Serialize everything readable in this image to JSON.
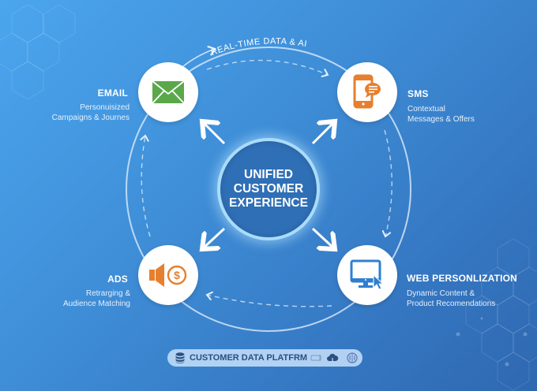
{
  "arc_label": "REAL-TIME DATA & AI",
  "center": {
    "lines": [
      "UNIFIED",
      "CUSTOMER",
      "EXPERIENCE"
    ]
  },
  "channels": {
    "email": {
      "title": "EMAIL",
      "subtitle_line1": "Personuisized",
      "subtitle_line2": "Campaigns & Journes",
      "icon": "envelope-icon",
      "icon_color": "#5aa84a"
    },
    "sms": {
      "title": "SMS",
      "subtitle_line1": "Contextual",
      "subtitle_line2": "Messages & Offers",
      "icon": "mobile-chat-icon",
      "icon_color": "#e67f2e"
    },
    "ads": {
      "title": "ADS",
      "subtitle_line1": "Retrarging &",
      "subtitle_line2": "Audience Matching",
      "icon": "megaphone-dollar-icon",
      "icon_color": "#e67f2e"
    },
    "web": {
      "title": "WEB PERSONLIZATION",
      "subtitle_line1": "Dynamic Content &",
      "subtitle_line2": "Product Recomendations",
      "icon": "monitor-cursor-icon",
      "icon_color": "#2f7fd0"
    }
  },
  "footer": {
    "label": "CUSTOMER DATA PLATFRM",
    "icons": [
      "database-icon",
      "api-icon",
      "cloud-upload-icon",
      "brain-icon"
    ]
  },
  "colors": {
    "accent_orange": "#e67f2e",
    "accent_green": "#5aa84a",
    "accent_blue": "#2f7fd0",
    "center_fill": "#2f6fb6"
  }
}
